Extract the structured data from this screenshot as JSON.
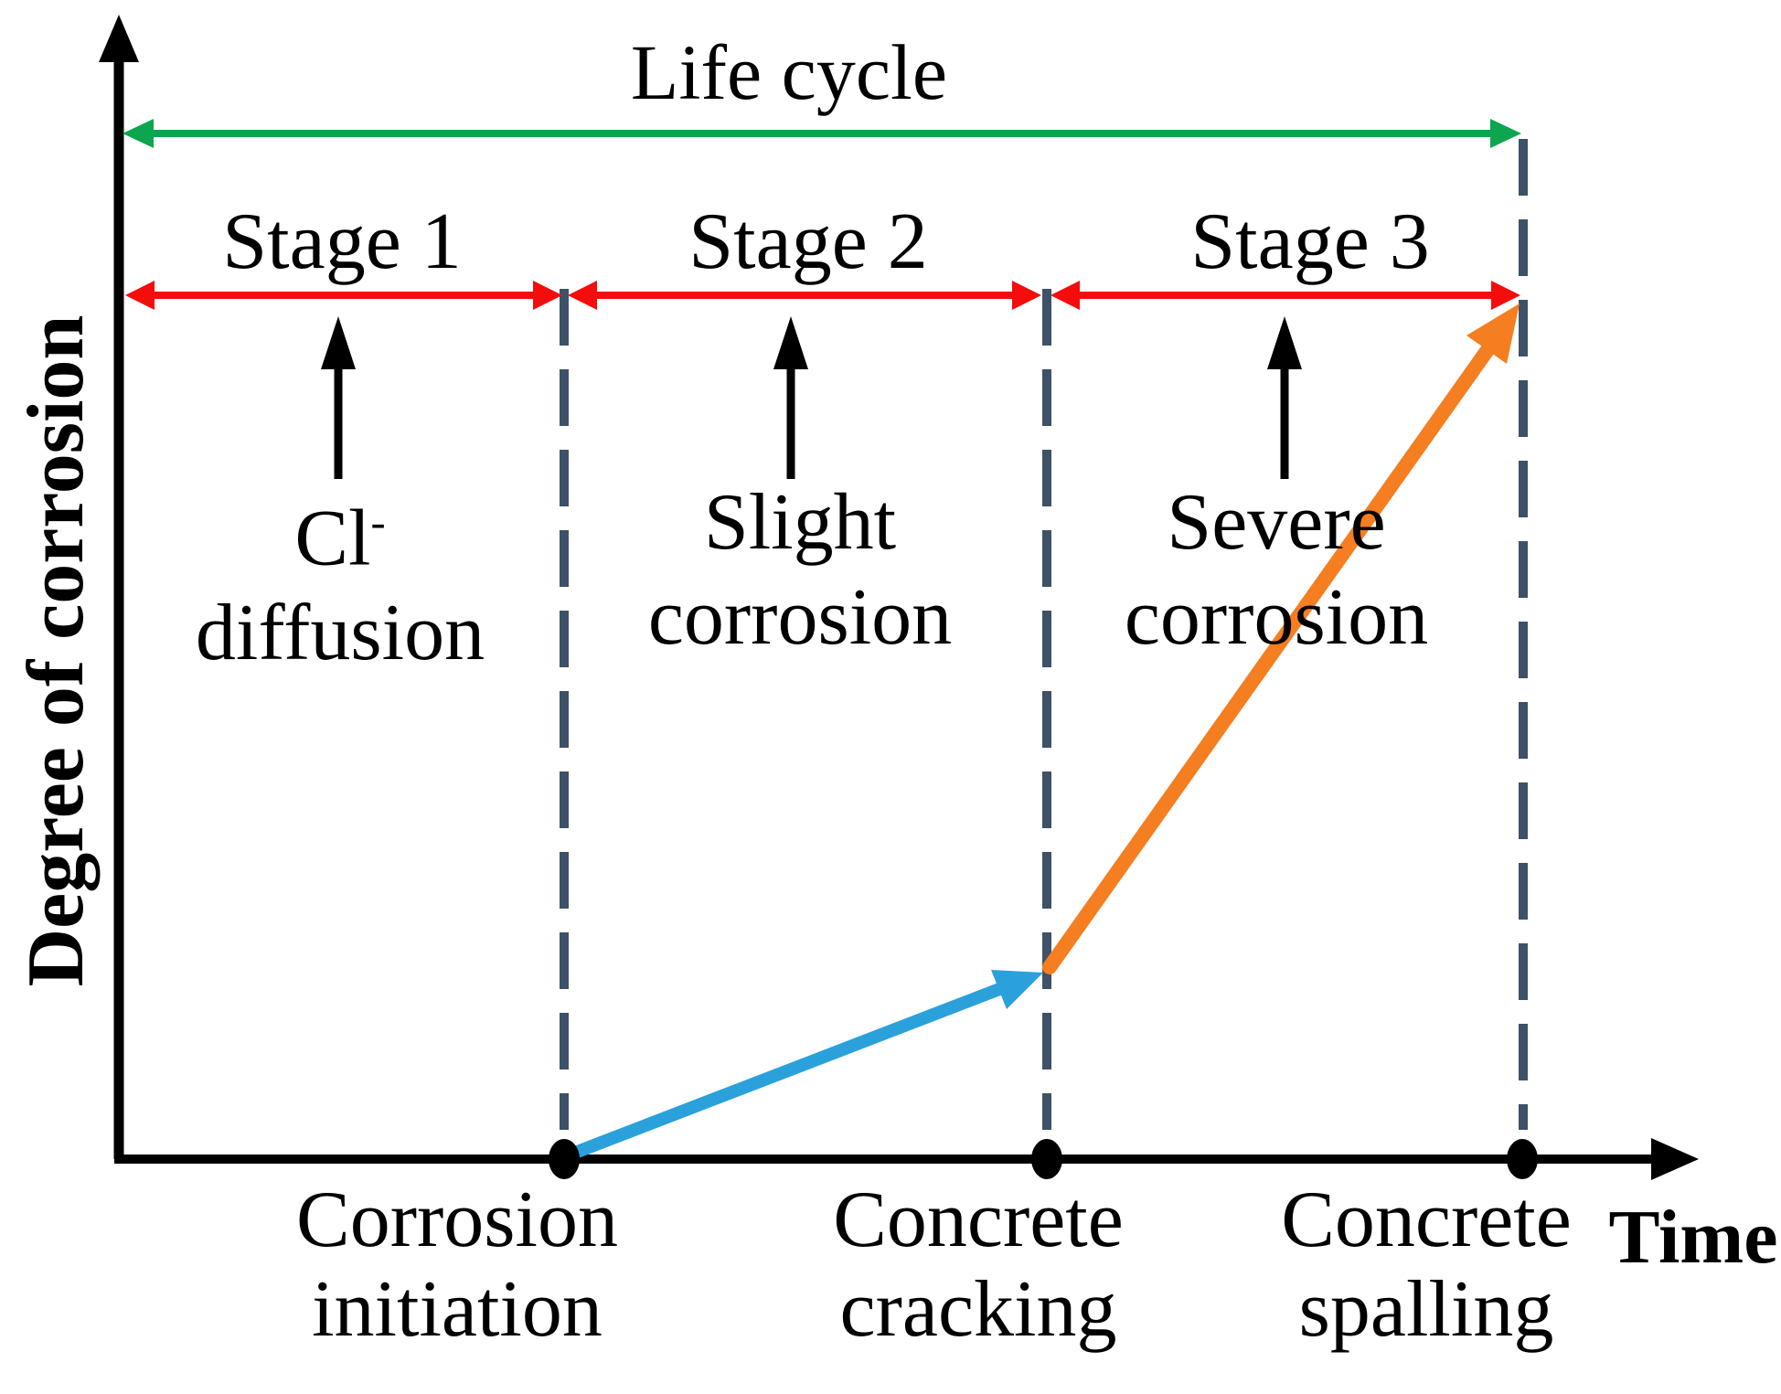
{
  "figure": {
    "title_arrow_label": "Life cycle",
    "y_axis_label": "Degree of corrosion",
    "x_axis_label": "Time",
    "stages": [
      {
        "label": "Stage 1",
        "caption_line1": "Cl",
        "caption_sup": "-",
        "caption_line2": "diffusion"
      },
      {
        "label": "Stage 2",
        "caption_line1": "Slight",
        "caption_line2": "corrosion"
      },
      {
        "label": "Stage 3",
        "caption_line1": "Severe",
        "caption_line2": "corrosion"
      }
    ],
    "milestones": [
      {
        "line1": "Corrosion",
        "line2": "initiation"
      },
      {
        "line1": "Concrete",
        "line2": "cracking"
      },
      {
        "line1": "Concrete",
        "line2": "spalling"
      }
    ],
    "curve": {
      "segment1": {
        "from": "corrosion initiation",
        "to": "concrete cracking",
        "trend": "slow rise",
        "color_name": "blue"
      },
      "segment2": {
        "from": "concrete cracking",
        "to": "concrete spalling",
        "trend": "steep rise",
        "color_name": "orange"
      }
    },
    "colors": {
      "green": "#0BA64D",
      "red": "#F50C0C",
      "blue": "#2AA1DB",
      "orange": "#F57E20",
      "slate": "#3D5268",
      "black": "#000000"
    }
  }
}
